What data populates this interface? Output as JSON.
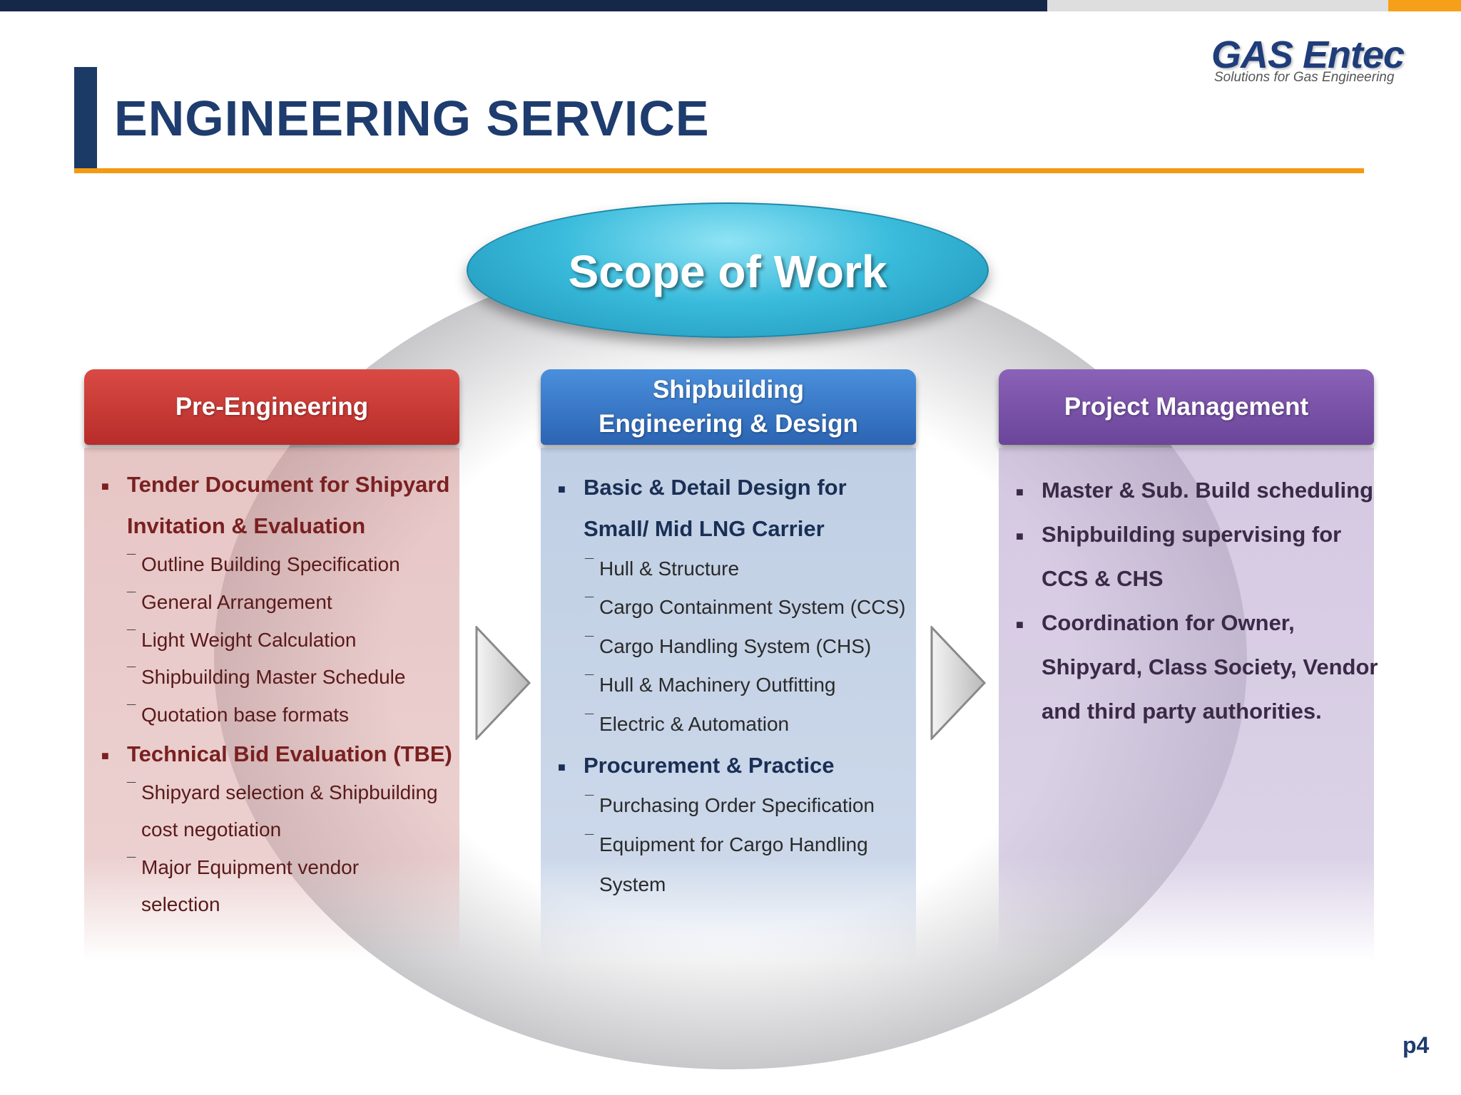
{
  "header": {
    "title": "ENGINEERING SERVICE",
    "logo_text": "GAS Entec",
    "logo_tagline": "Solutions for Gas Engineering"
  },
  "scope": {
    "title": "Scope of Work"
  },
  "columns": {
    "pre": {
      "header": "Pre-Engineering",
      "items": [
        "Tender Document for Shipyard",
        "Invitation & Evaluation",
        "Outline Building Specification",
        "General Arrangement",
        "Light Weight Calculation",
        "Shipbuilding Master Schedule",
        "Quotation base formats",
        "Technical Bid Evaluation (TBE)",
        "Shipyard selection & Shipbuilding",
        "cost negotiation",
        "Major Equipment vendor",
        "selection"
      ]
    },
    "ship": {
      "header": "Shipbuilding\nEngineering & Design",
      "items": [
        "Basic & Detail Design for",
        "Small/ Mid LNG Carrier",
        "Hull & Structure",
        "Cargo Containment System (CCS)",
        "Cargo Handling  System (CHS)",
        "Hull & Machinery Outfitting",
        "Electric & Automation",
        "Procurement & Practice",
        "Purchasing Order Specification",
        "Equipment for Cargo Handling",
        "System"
      ]
    },
    "pm": {
      "header": "Project Management",
      "items": [
        "Master & Sub. Build scheduling",
        "Shipbuilding supervising for",
        "CCS & CHS",
        "Coordination for Owner,",
        "Shipyard, Class Society, Vendor",
        "and third party authorities."
      ]
    }
  },
  "colors": {
    "navy": "#1e3c6e",
    "accent_orange": "#f39a12",
    "red_header": "#c73a36",
    "blue_header": "#3a7bc8",
    "purple_header": "#7a54a8",
    "scope_cyan": "#3bbcdc"
  },
  "page_number": "p4"
}
